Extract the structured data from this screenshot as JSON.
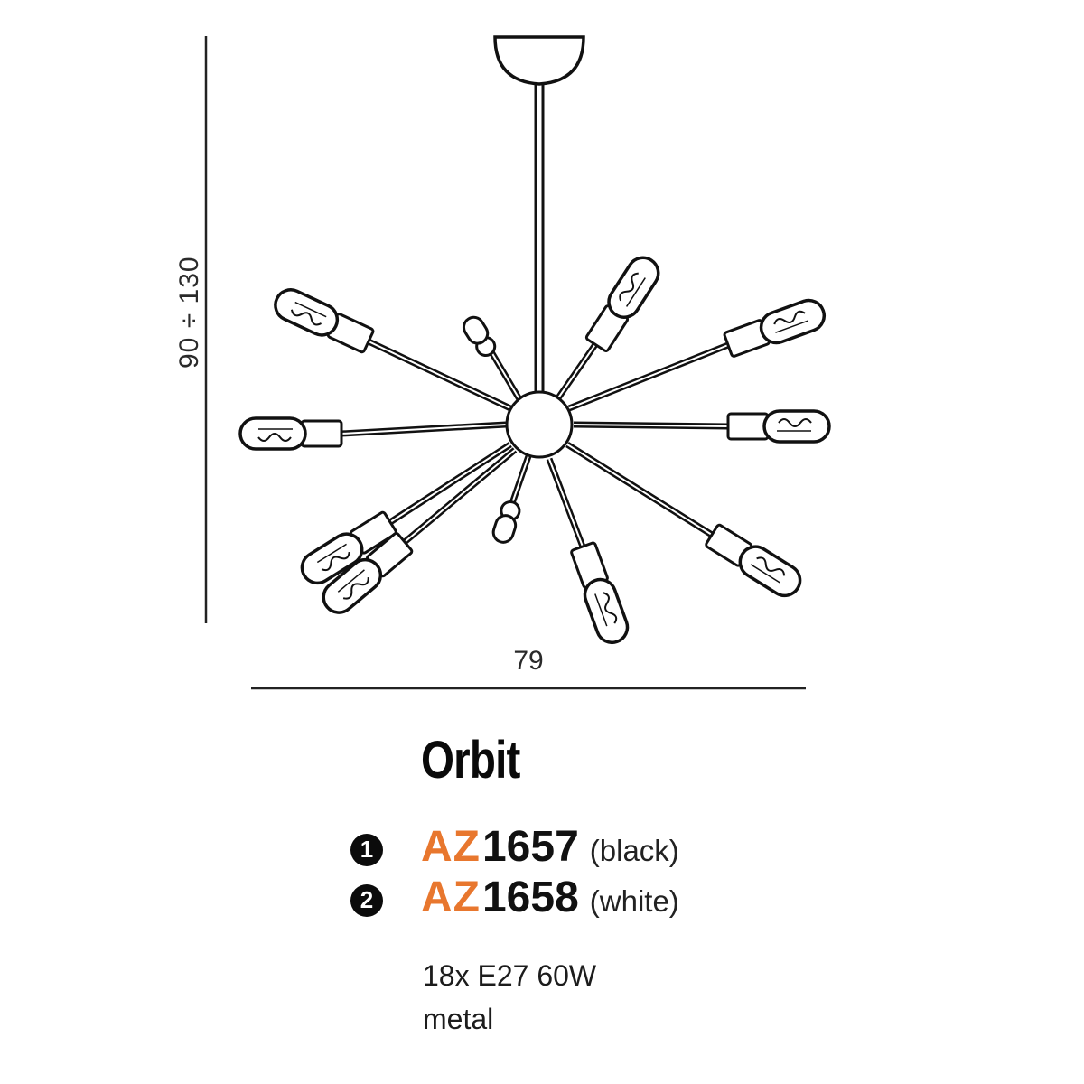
{
  "product": {
    "name": "Orbit",
    "variants": [
      {
        "marker": "1",
        "code_prefix": "AZ",
        "code_number": "1657",
        "color": "(black)"
      },
      {
        "marker": "2",
        "code_prefix": "AZ",
        "code_number": "1658",
        "color": "(white)"
      }
    ],
    "specs": {
      "bulbs": "18x E27 60W",
      "material": "metal"
    }
  },
  "dimensions": {
    "height": "90 ÷ 130",
    "width": "79"
  },
  "colors": {
    "accent": "#e8772e",
    "line": "#111111",
    "text": "#111111"
  }
}
